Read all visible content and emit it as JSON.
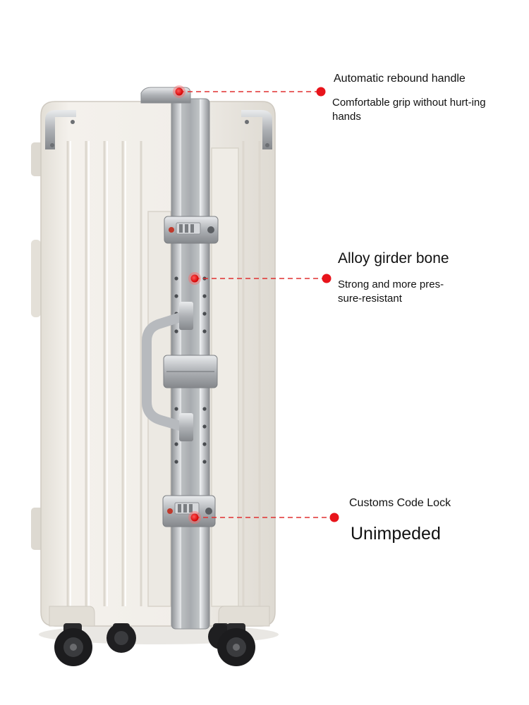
{
  "callouts": [
    {
      "title": "Automatic rebound handle",
      "description": "Comfortable grip without hurt-ing hands"
    },
    {
      "title": "Alloy girder bone",
      "description": "Strong and more pres-sure-resistant"
    },
    {
      "title": "Customs Code Lock",
      "description": "Unimpeded"
    }
  ],
  "colors": {
    "marker": "#e8141b",
    "leader_line": "#e03030",
    "shell": "#eeeae3",
    "frame": "#c4c6c9",
    "wheel": "#1c1c1e"
  }
}
